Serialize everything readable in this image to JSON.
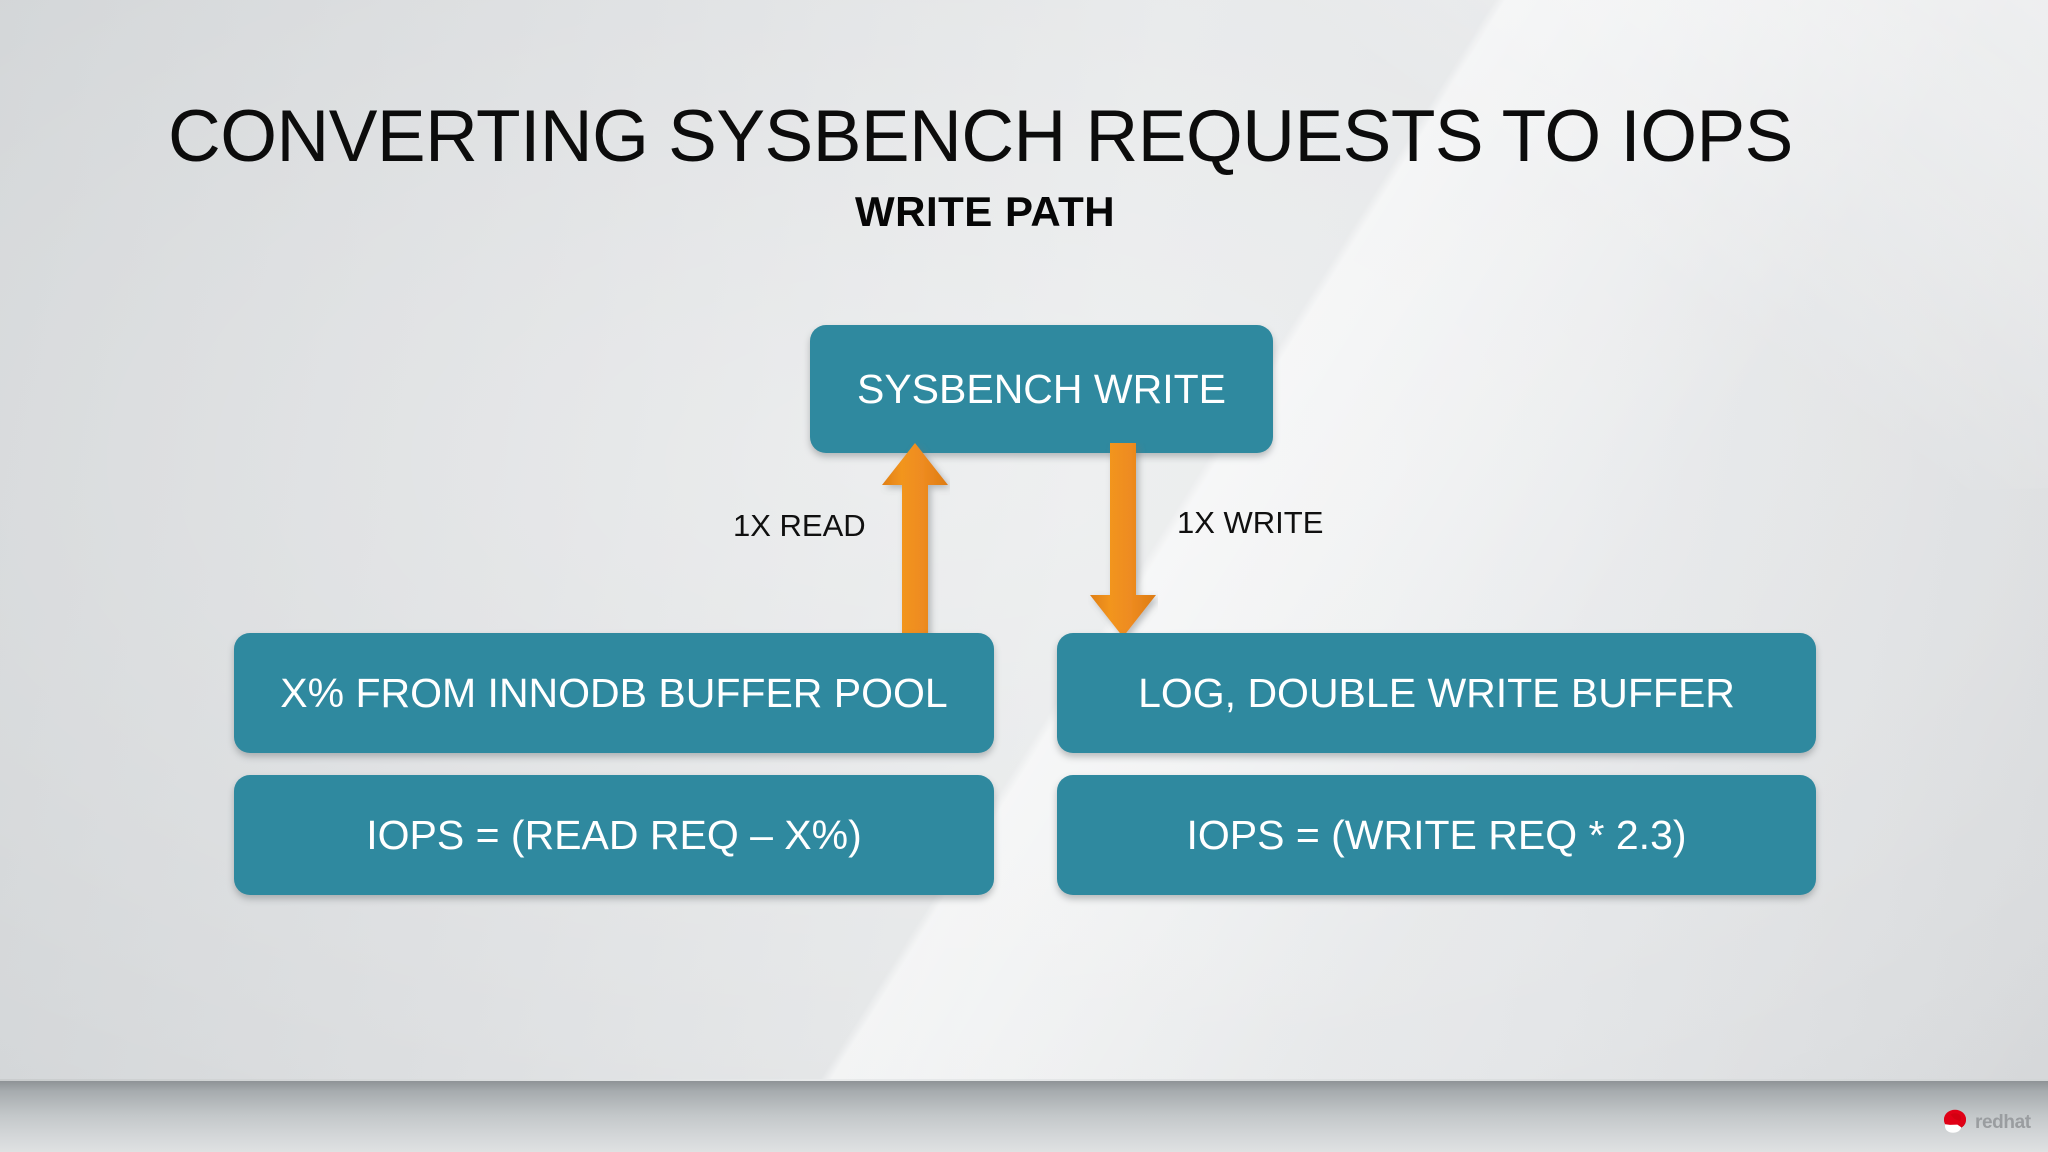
{
  "slide": {
    "title": "CONVERTING SYSBENCH REQUESTS TO IOPS",
    "subtitle": "WRITE PATH",
    "background_color": "#dcdee0",
    "box_color": "#2f899f",
    "arrow_color": "#ee8c22",
    "box_text_color": "#ffffff",
    "title_color": "#0c0c0c"
  },
  "diagram": {
    "top_box": {
      "label": "SYSBENCH WRITE",
      "name": "sysbench-write"
    },
    "arrows": [
      {
        "name": "read-arrow",
        "label": "1X READ",
        "direction": "up",
        "color": "#ee8c22",
        "from": "X% FROM INNODB BUFFER POOL",
        "to": "SYSBENCH WRITE"
      },
      {
        "name": "write-arrow",
        "label": "1X WRITE",
        "direction": "down",
        "color": "#ee8c22",
        "from": "SYSBENCH WRITE",
        "to": "LOG, DOUBLE WRITE BUFFER"
      }
    ],
    "branches": [
      {
        "side": "left",
        "source_box": "X% FROM INNODB BUFFER POOL",
        "formula_box": "IOPS = (READ REQ – X%)"
      },
      {
        "side": "right",
        "source_box": "LOG, DOUBLE WRITE BUFFER",
        "formula_box": "IOPS = (WRITE REQ * 2.3)"
      }
    ]
  },
  "footer": {
    "logo_word": "redhat",
    "logo_icon": "redhat-shadowman-icon"
  }
}
